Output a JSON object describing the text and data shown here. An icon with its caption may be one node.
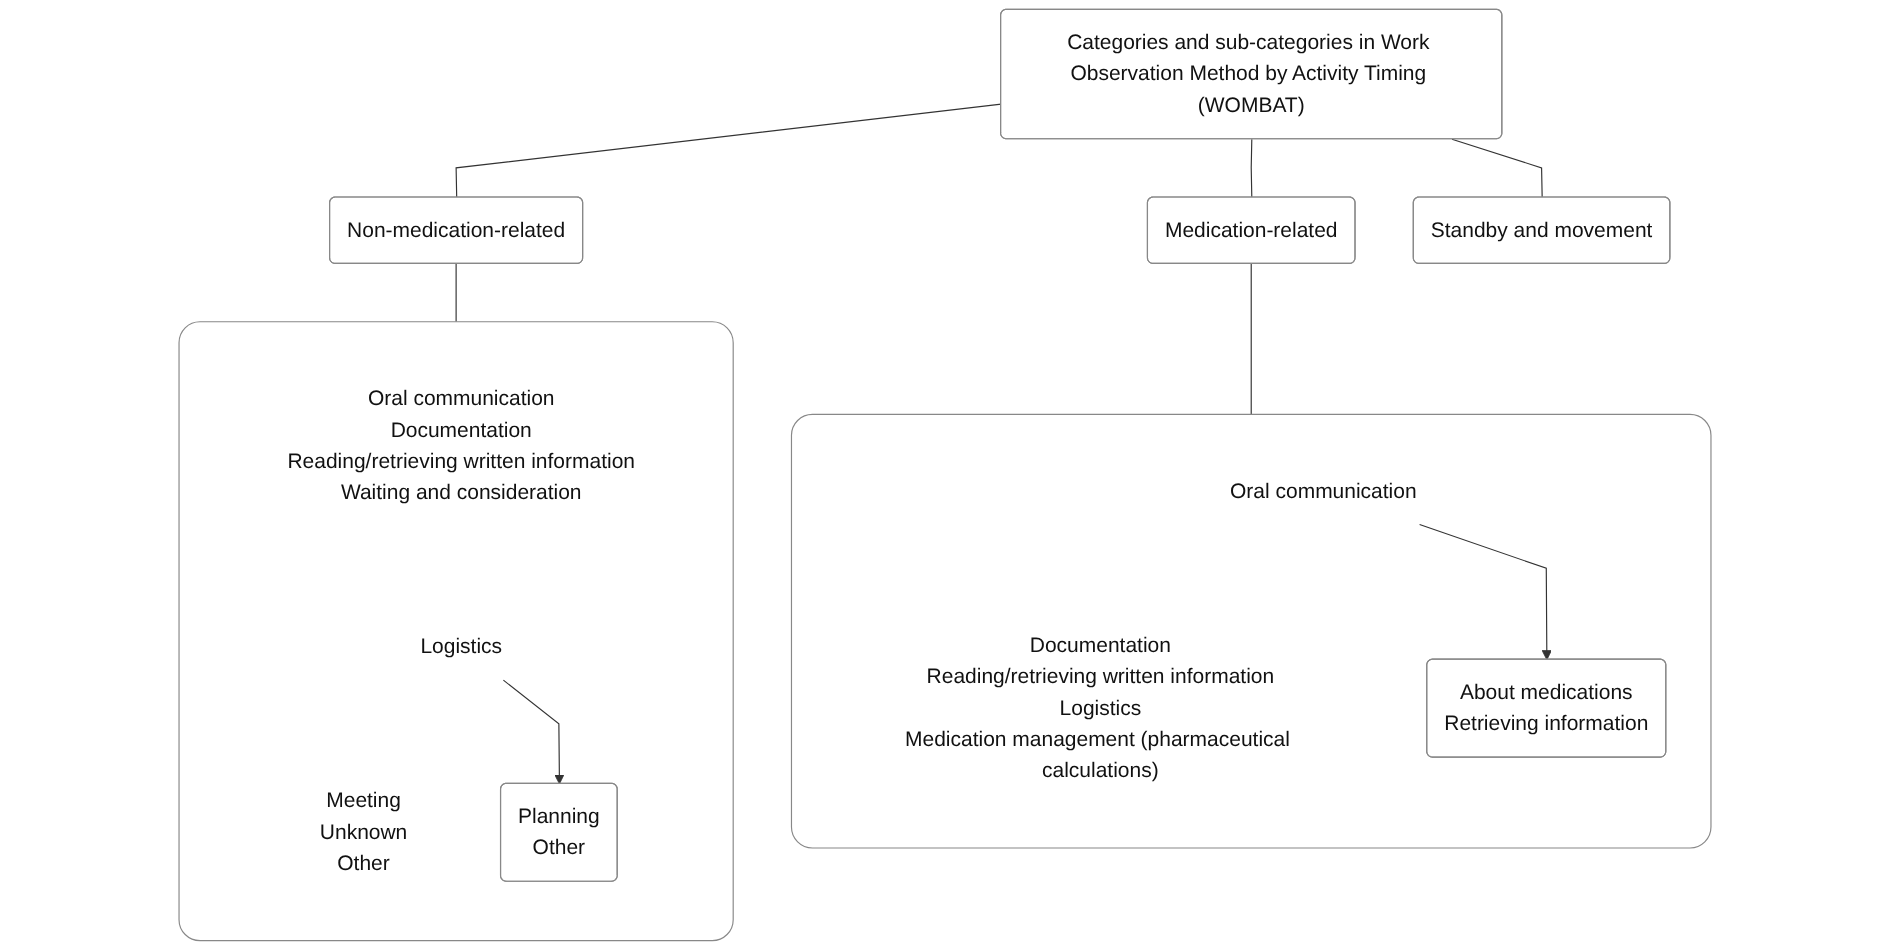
{
  "diagram": {
    "nodes": [
      {
        "text": [
          "Categories and sub-categories in Work Observation Method by Activity Timing (WOMBAT)"
        ]
      },
      {
        "text": [
          "Non-medication-related"
        ]
      },
      {
        "text": [
          "Medication-related"
        ]
      },
      {
        "text": [
          "Standby and movement"
        ]
      },
      {
        "text": [],
        "shape": "box"
      },
      {
        "text": [
          "Oral communication",
          "Documentation",
          "Reading/retrieving written information",
          "Waiting and consideration"
        ],
        "in": 4
      },
      {
        "text": [
          "Logistics"
        ],
        "in": 4
      },
      {
        "text": [
          "Planning",
          "Other"
        ],
        "in": 4
      },
      {
        "text": [
          "Meeting",
          "Unknown",
          "Other"
        ],
        "in": 4
      },
      {
        "text": [],
        "shape": "box"
      },
      {
        "text": [
          "Oral communication"
        ],
        "in": 9
      },
      {
        "text": [
          "About medications",
          "Retrieving information"
        ],
        "in": 9
      },
      {
        "text": [
          "Documentation",
          "Reading/retrieving written information",
          "Logistics",
          "Medication management (pharmaceutical calculations)"
        ],
        "in": 9
      }
    ],
    "edges": [
      {
        "from": 0,
        "to": 1,
        "arrow": "none"
      },
      {
        "from": 0,
        "to": 2,
        "arrow": "none"
      },
      {
        "from": 0,
        "to": 3,
        "arrow": "none"
      },
      {
        "from": 1,
        "to": 4,
        "arrow": "none"
      },
      {
        "from": 2,
        "to": 9,
        "arrow": "none"
      },
      {
        "from": 6,
        "to": 7,
        "arrow": "to"
      },
      {
        "from": 10,
        "to": 11,
        "arrow": "to"
      }
    ]
  }
}
